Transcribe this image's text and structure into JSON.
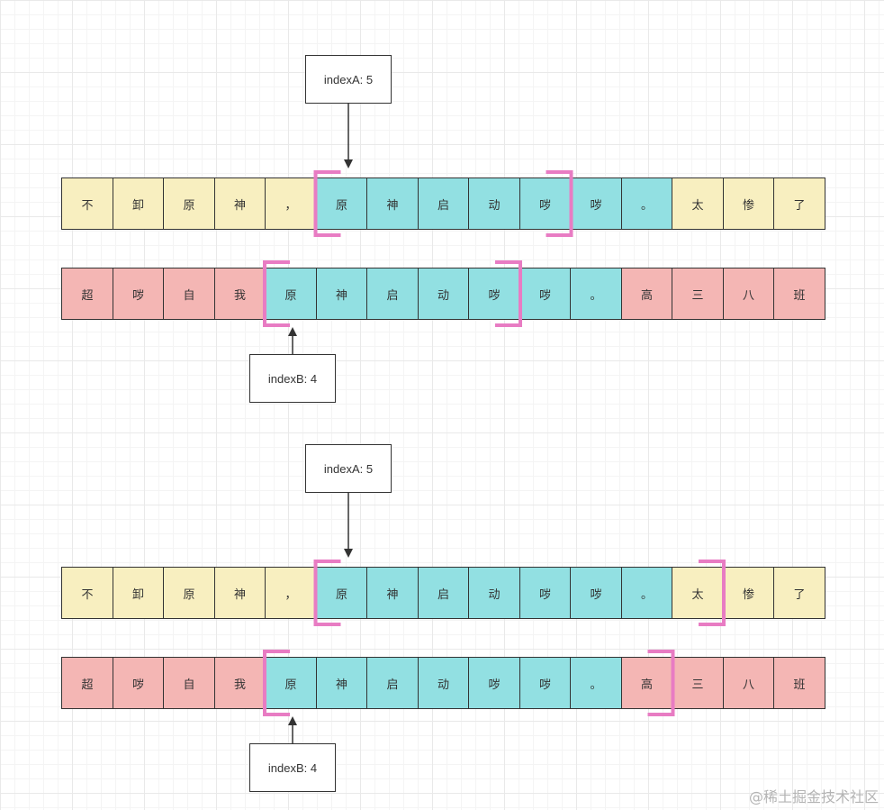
{
  "colors": {
    "yellow": "#f8efc0",
    "pink": "#f4b6b4",
    "cyan": "#92e0e2",
    "bracket": "#e87cc3",
    "stroke": "#333333"
  },
  "panels": [
    {
      "label_a": "indexA: 5",
      "label_b": "indexB: 4",
      "row_a": [
        {
          "ch": "不",
          "c": "yellow"
        },
        {
          "ch": "卸",
          "c": "yellow"
        },
        {
          "ch": "原",
          "c": "yellow"
        },
        {
          "ch": "神",
          "c": "yellow"
        },
        {
          "ch": "，",
          "c": "yellow"
        },
        {
          "ch": "原",
          "c": "cyan"
        },
        {
          "ch": "神",
          "c": "cyan"
        },
        {
          "ch": "启",
          "c": "cyan"
        },
        {
          "ch": "动",
          "c": "cyan"
        },
        {
          "ch": "哕",
          "c": "cyan"
        },
        {
          "ch": "哕",
          "c": "cyan"
        },
        {
          "ch": "。",
          "c": "cyan"
        },
        {
          "ch": "太",
          "c": "yellow"
        },
        {
          "ch": "惨",
          "c": "yellow"
        },
        {
          "ch": "了",
          "c": "yellow"
        }
      ],
      "row_b": [
        {
          "ch": "超",
          "c": "pink"
        },
        {
          "ch": "哕",
          "c": "pink"
        },
        {
          "ch": "自",
          "c": "pink"
        },
        {
          "ch": "我",
          "c": "pink"
        },
        {
          "ch": "原",
          "c": "cyan"
        },
        {
          "ch": "神",
          "c": "cyan"
        },
        {
          "ch": "启",
          "c": "cyan"
        },
        {
          "ch": "动",
          "c": "cyan"
        },
        {
          "ch": "哕",
          "c": "cyan"
        },
        {
          "ch": "哕",
          "c": "cyan"
        },
        {
          "ch": "。",
          "c": "cyan"
        },
        {
          "ch": "高",
          "c": "pink"
        },
        {
          "ch": "三",
          "c": "pink"
        },
        {
          "ch": "八",
          "c": "pink"
        },
        {
          "ch": "班",
          "c": "pink"
        }
      ],
      "bracket_a": [
        5,
        9
      ],
      "bracket_b": [
        4,
        8
      ]
    },
    {
      "label_a": "indexA: 5",
      "label_b": "indexB: 4",
      "row_a": [
        {
          "ch": "不",
          "c": "yellow"
        },
        {
          "ch": "卸",
          "c": "yellow"
        },
        {
          "ch": "原",
          "c": "yellow"
        },
        {
          "ch": "神",
          "c": "yellow"
        },
        {
          "ch": "，",
          "c": "yellow"
        },
        {
          "ch": "原",
          "c": "cyan"
        },
        {
          "ch": "神",
          "c": "cyan"
        },
        {
          "ch": "启",
          "c": "cyan"
        },
        {
          "ch": "动",
          "c": "cyan"
        },
        {
          "ch": "哕",
          "c": "cyan"
        },
        {
          "ch": "哕",
          "c": "cyan"
        },
        {
          "ch": "。",
          "c": "cyan"
        },
        {
          "ch": "太",
          "c": "yellow"
        },
        {
          "ch": "惨",
          "c": "yellow"
        },
        {
          "ch": "了",
          "c": "yellow"
        }
      ],
      "row_b": [
        {
          "ch": "超",
          "c": "pink"
        },
        {
          "ch": "哕",
          "c": "pink"
        },
        {
          "ch": "自",
          "c": "pink"
        },
        {
          "ch": "我",
          "c": "pink"
        },
        {
          "ch": "原",
          "c": "cyan"
        },
        {
          "ch": "神",
          "c": "cyan"
        },
        {
          "ch": "启",
          "c": "cyan"
        },
        {
          "ch": "动",
          "c": "cyan"
        },
        {
          "ch": "哕",
          "c": "cyan"
        },
        {
          "ch": "哕",
          "c": "cyan"
        },
        {
          "ch": "。",
          "c": "cyan"
        },
        {
          "ch": "高",
          "c": "pink"
        },
        {
          "ch": "三",
          "c": "pink"
        },
        {
          "ch": "八",
          "c": "pink"
        },
        {
          "ch": "班",
          "c": "pink"
        }
      ],
      "bracket_a": [
        5,
        12
      ],
      "bracket_b": [
        4,
        11
      ]
    }
  ],
  "watermark": "@稀土掘金技术社区"
}
